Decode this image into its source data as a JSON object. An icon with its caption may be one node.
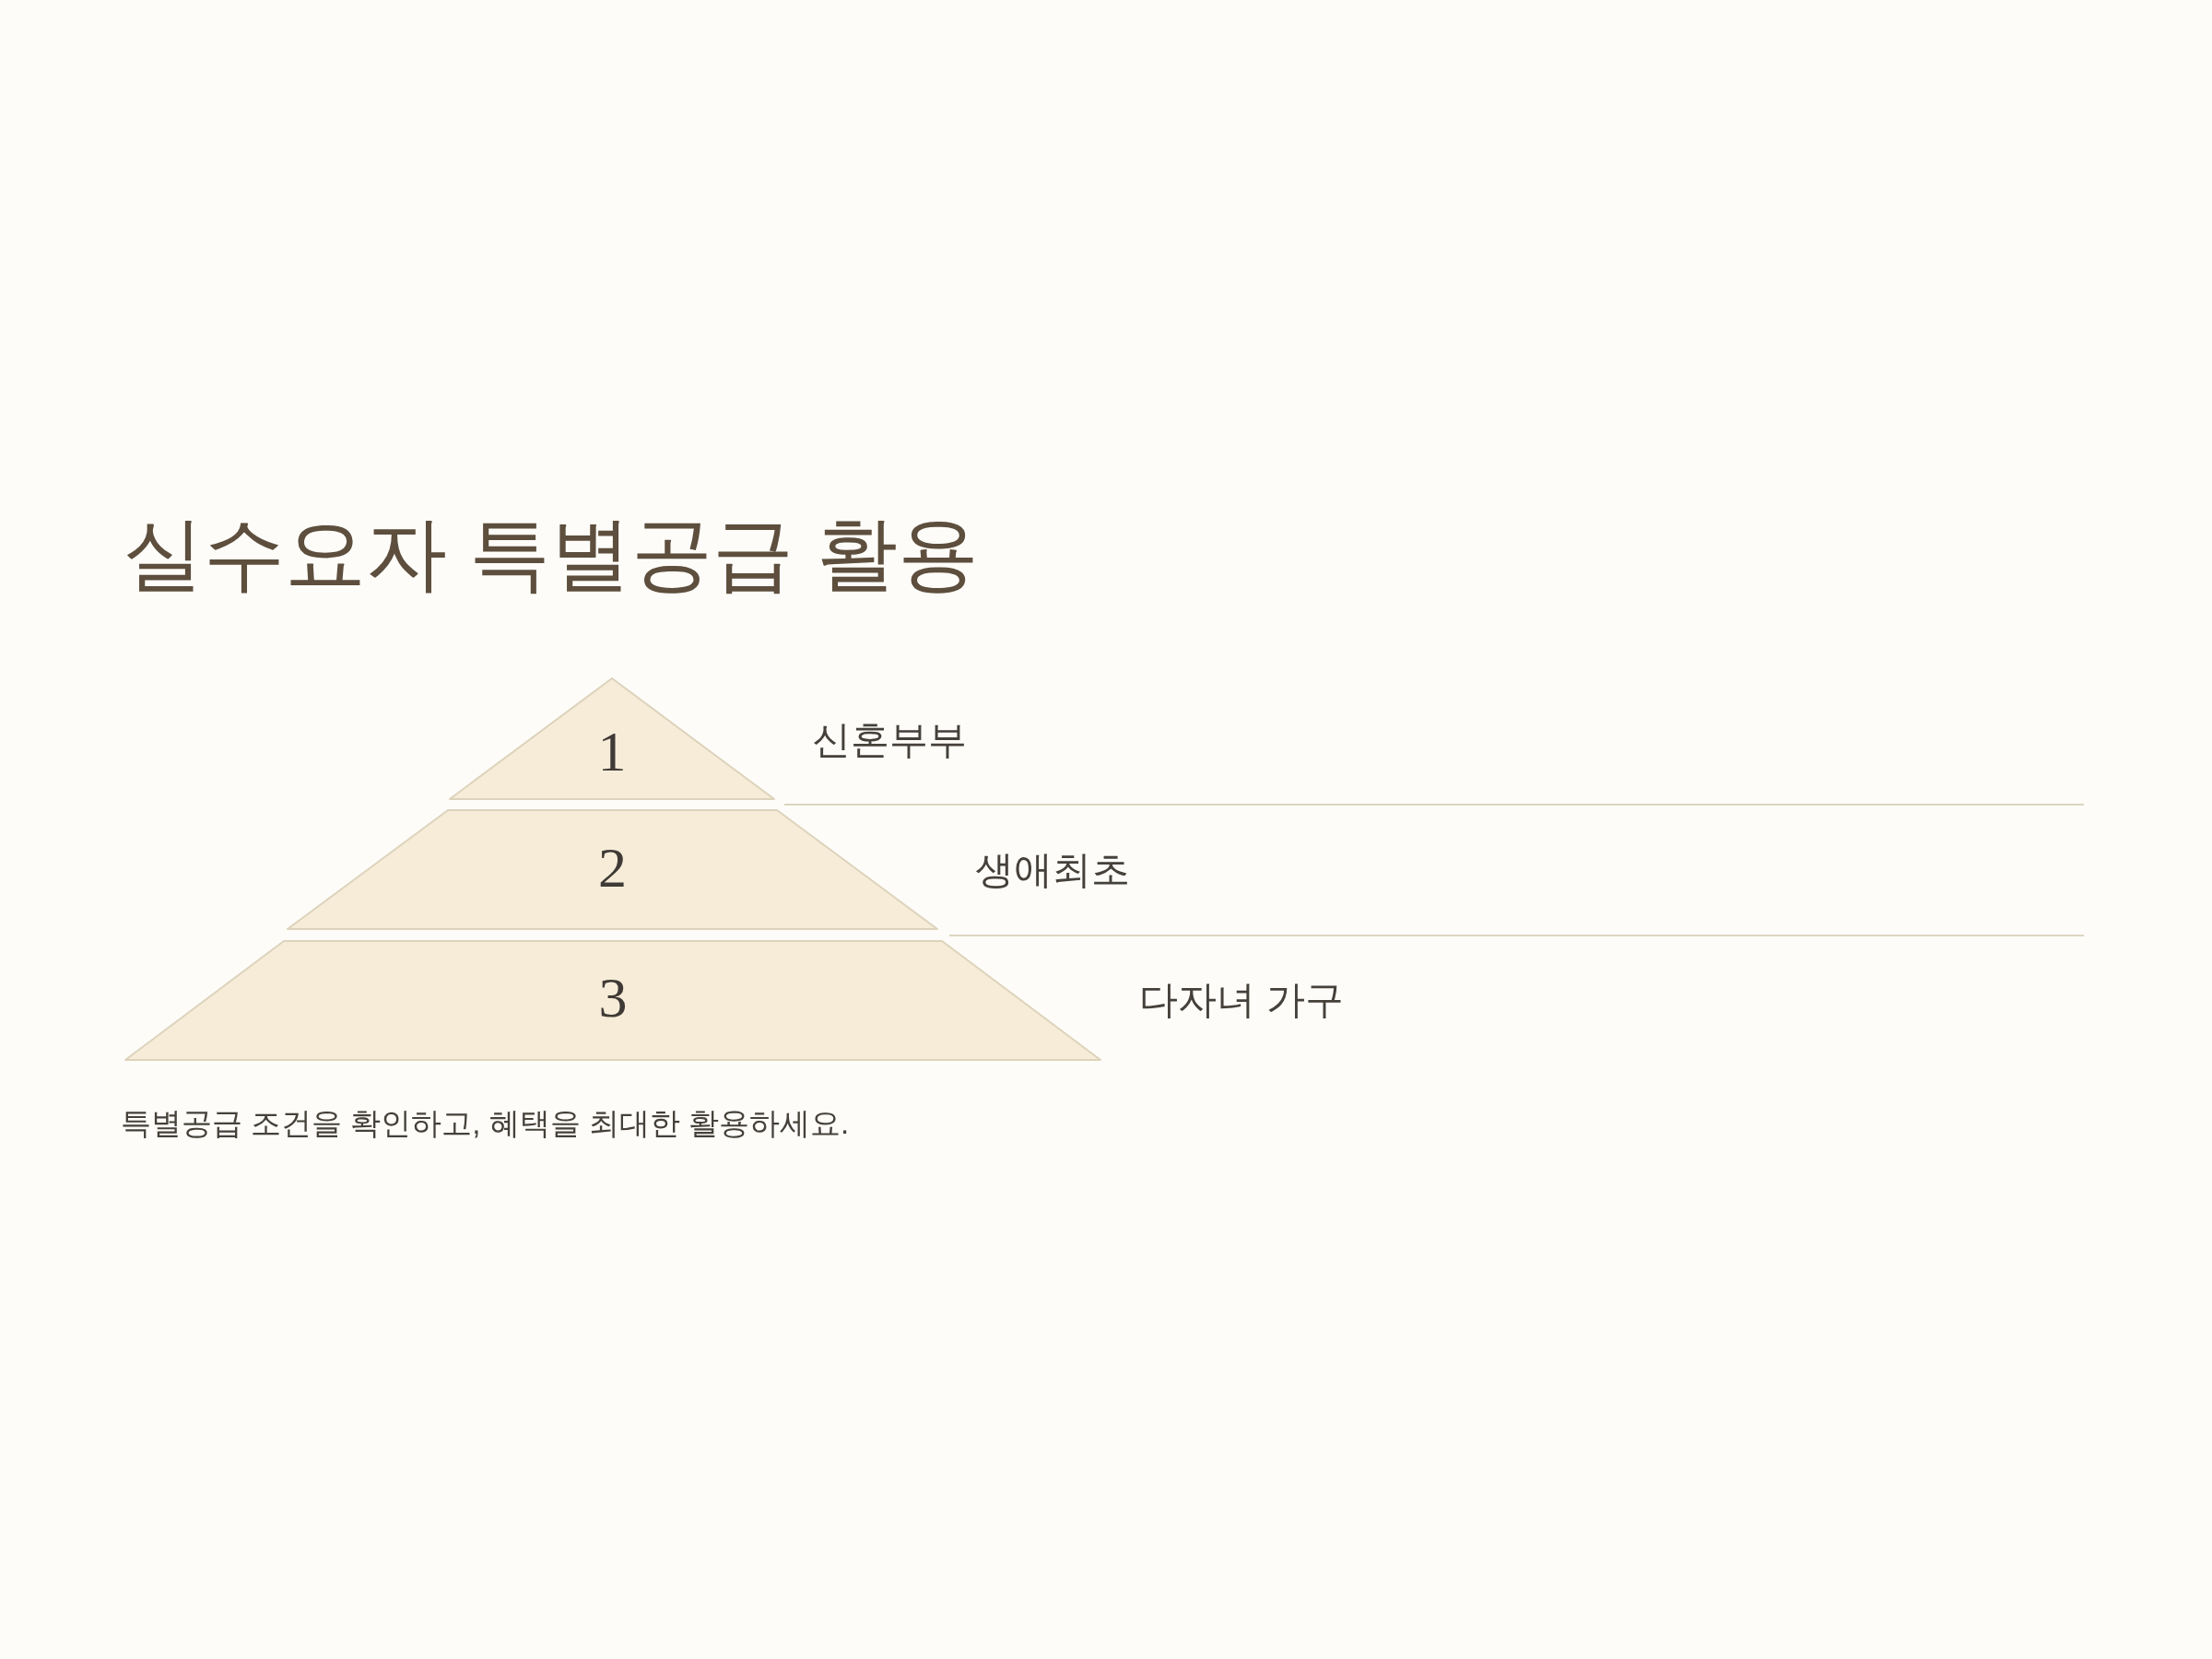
{
  "diagram": {
    "title": "실수요자 특별공급 활용",
    "nodes": [
      {
        "text": [
          "1"
        ],
        "beside": [
          "신혼부부"
        ]
      },
      {
        "text": [
          "2"
        ],
        "beside": [
          "생애최초"
        ]
      },
      {
        "text": [
          "3"
        ],
        "beside": [
          "다자녀 가구"
        ]
      }
    ],
    "caption": "특별공급 조건을 확인하고, 혜택을 최대한 활용하세요."
  }
}
